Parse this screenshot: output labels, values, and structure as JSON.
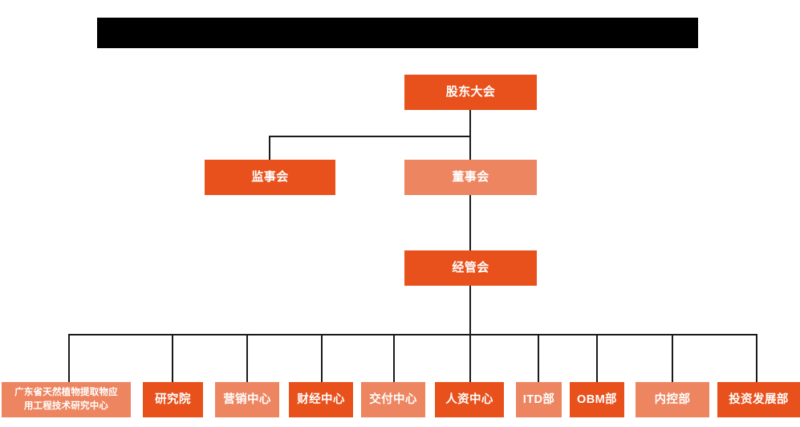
{
  "chart_data": {
    "type": "diagram",
    "title": "",
    "subtitle": "",
    "diagram_kind": "organizational-chart",
    "orientation": "top-down",
    "levels": 4,
    "palette": {
      "primary_orange": "#E8511C",
      "secondary_orange": "#ED8560",
      "connector": "#1A1A1A",
      "background": "#FFFFFF",
      "text": "#FFFFFF",
      "redaction": "#000000"
    },
    "nodes": [
      {
        "id": "n1",
        "label": "股东大会",
        "level": 1,
        "color": "#E8511C",
        "parent": null
      },
      {
        "id": "n2",
        "label": "监事会",
        "level": 2,
        "color": "#E8511C",
        "parent": "n1"
      },
      {
        "id": "n3",
        "label": "董事会",
        "level": 2,
        "color": "#ED8560",
        "parent": "n1"
      },
      {
        "id": "n4",
        "label": "经管会",
        "level": 3,
        "color": "#E8511C",
        "parent": "n3"
      },
      {
        "id": "n5",
        "label": "广东省天然植物提取物应用工程技术研究中心",
        "level": 4,
        "color": "#ED8560",
        "parent": "n4"
      },
      {
        "id": "n6",
        "label": "研究院",
        "level": 4,
        "color": "#E8511C",
        "parent": "n4"
      },
      {
        "id": "n7",
        "label": "营销中心",
        "level": 4,
        "color": "#ED8560",
        "parent": "n4"
      },
      {
        "id": "n8",
        "label": "财经中心",
        "level": 4,
        "color": "#E8511C",
        "parent": "n4"
      },
      {
        "id": "n9",
        "label": "交付中心",
        "level": 4,
        "color": "#ED8560",
        "parent": "n4"
      },
      {
        "id": "n10",
        "label": "人资中心",
        "level": 4,
        "color": "#E8511C",
        "parent": "n4"
      },
      {
        "id": "n11",
        "label": "ITD部",
        "level": 4,
        "color": "#ED8560",
        "parent": "n4"
      },
      {
        "id": "n12",
        "label": "OBM部",
        "level": 4,
        "color": "#E8511C",
        "parent": "n4"
      },
      {
        "id": "n13",
        "label": "内控部",
        "level": 4,
        "color": "#ED8560",
        "parent": "n4"
      },
      {
        "id": "n14",
        "label": "投资发展部",
        "level": 4,
        "color": "#E8511C",
        "parent": "n4"
      }
    ]
  },
  "header": {
    "redacted_banner_label": ""
  },
  "nodes": {
    "shareholders_meeting": "股东大会",
    "board_of_supervisors": "监事会",
    "board_of_directors": "董事会",
    "management_committee": "经管会",
    "research_center_line1": "广东省天然植物提取物应",
    "research_center_line2": "用工程技术研究中心",
    "research_institute": "研究院",
    "marketing_center": "营销中心",
    "finance_center": "财经中心",
    "delivery_center": "交付中心",
    "hr_center": "人资中心",
    "itd_department": "ITD部",
    "obm_department": "OBM部",
    "internal_control_department": "内控部",
    "investment_development_department": "投资发展部"
  }
}
